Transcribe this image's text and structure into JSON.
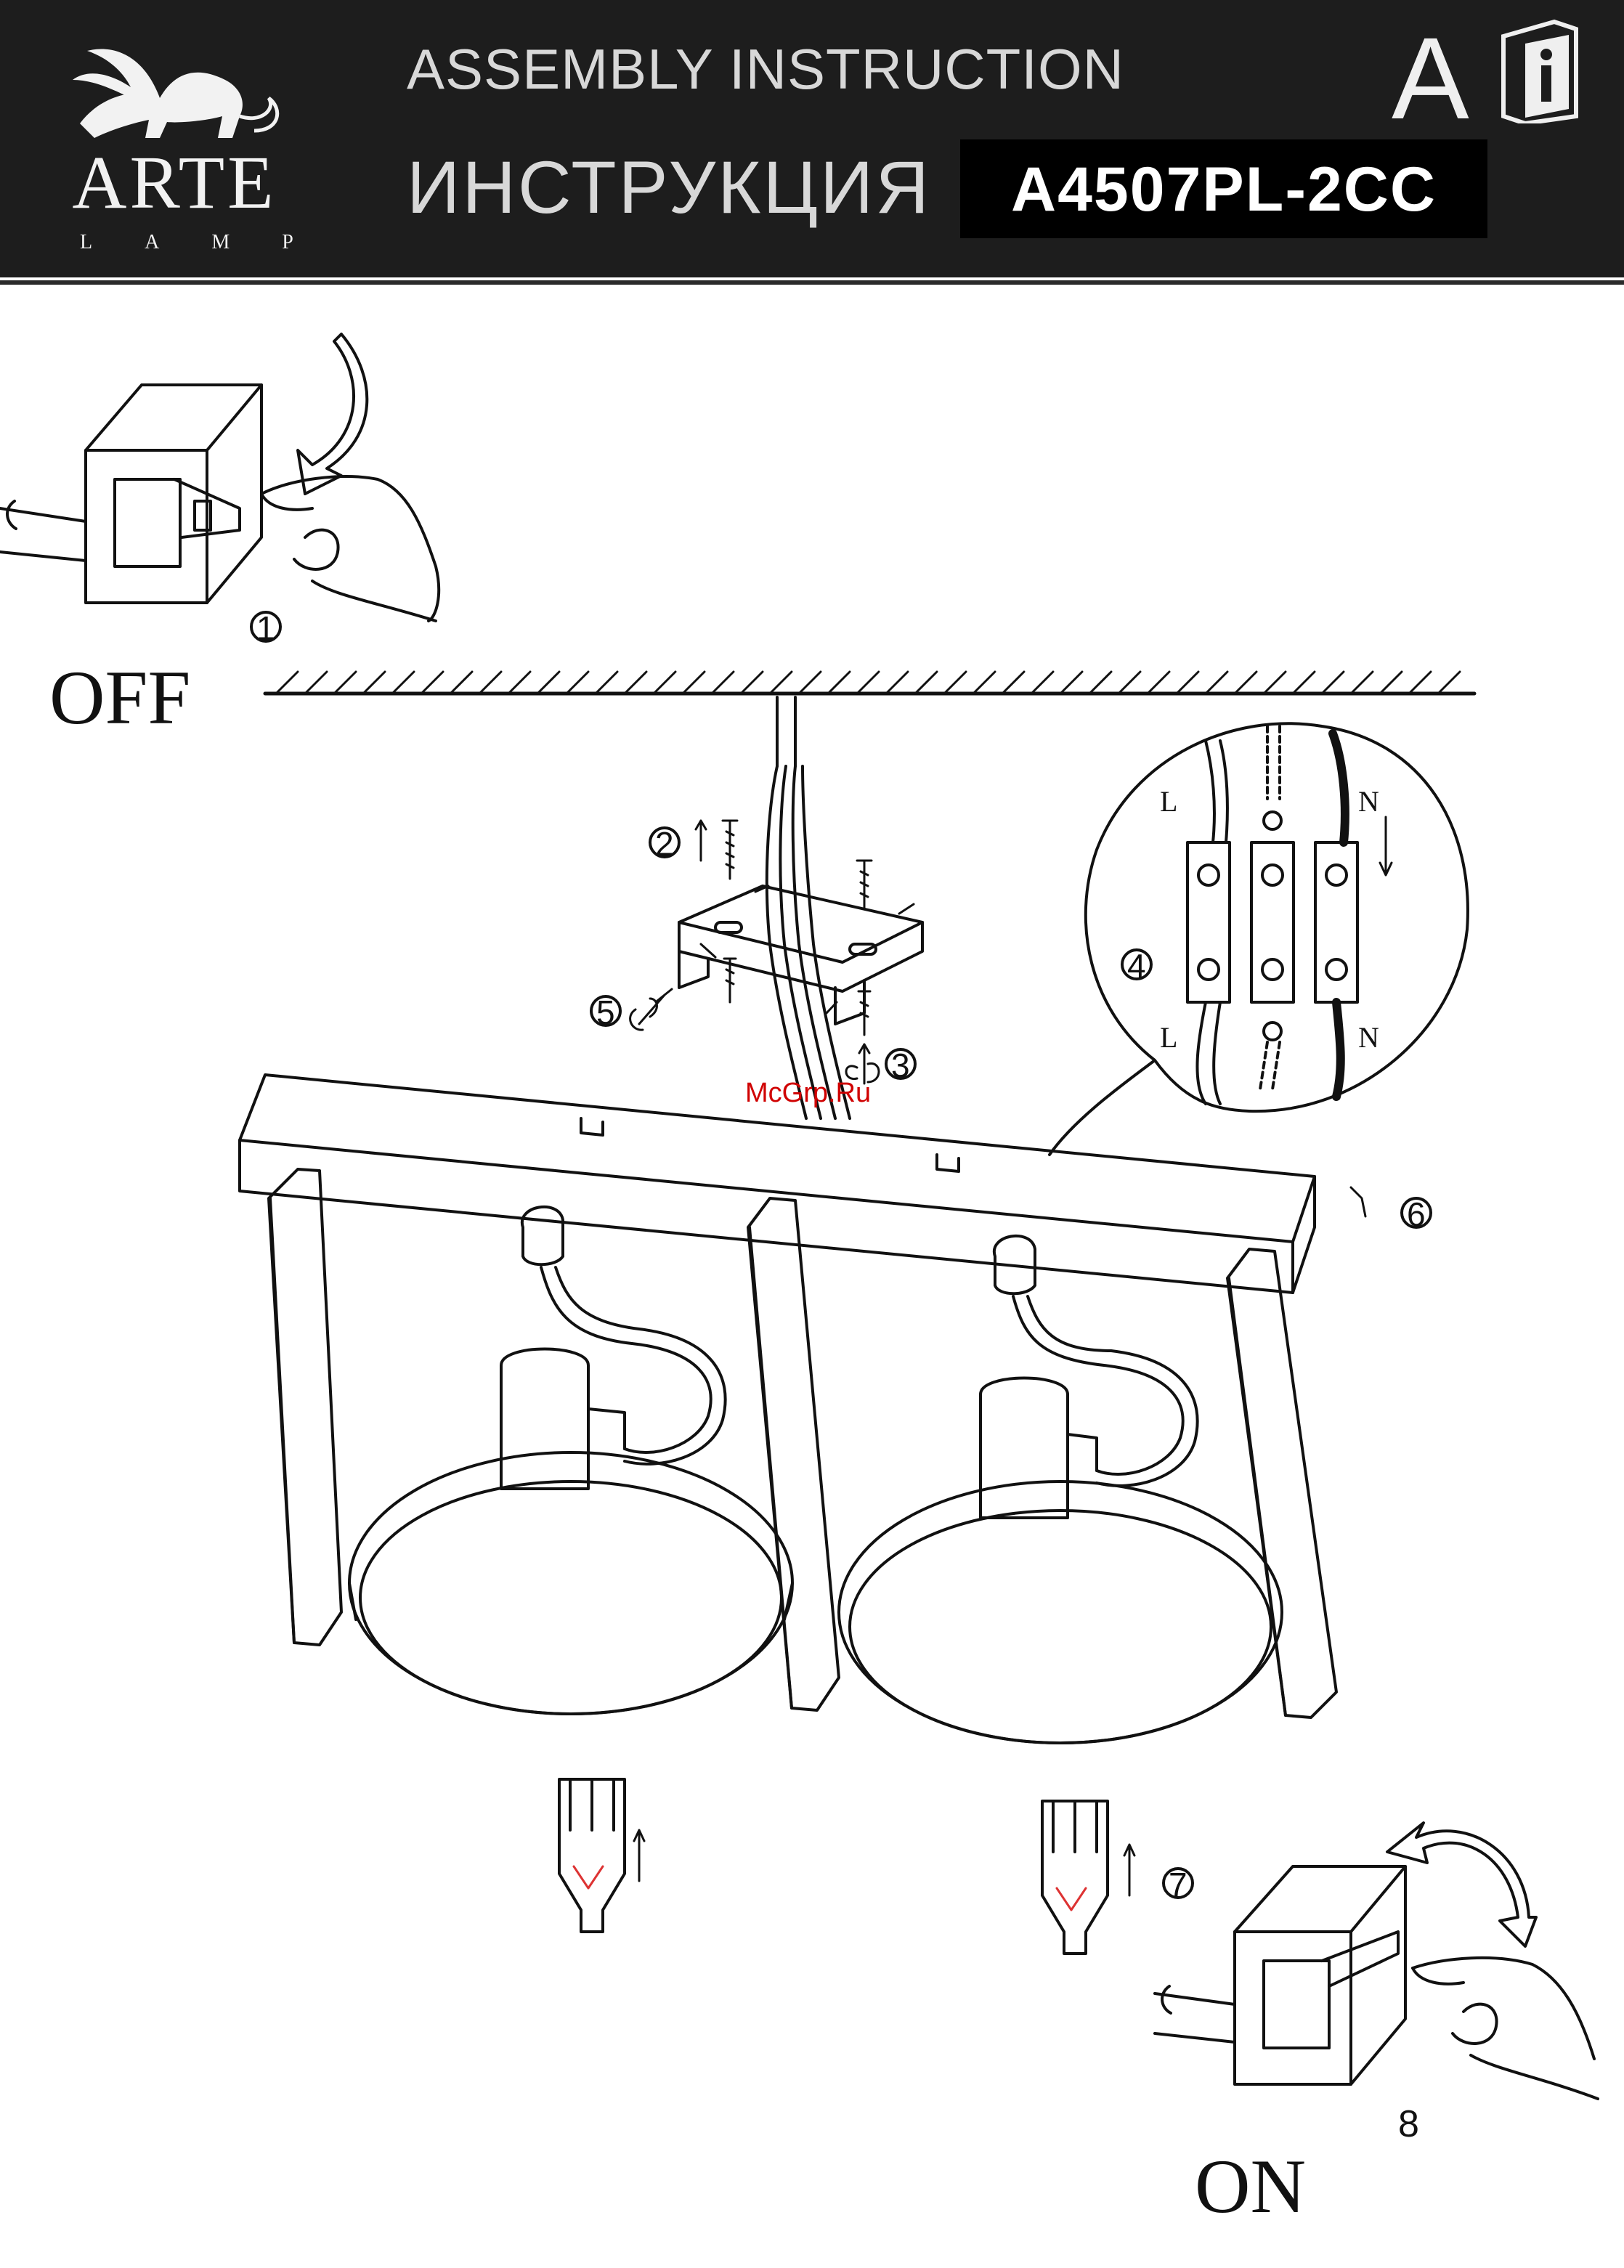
{
  "header": {
    "logo": {
      "wordmark": "ARTE",
      "sub": "LAMP"
    },
    "title_en": "ASSEMBLY INSTRUCTION",
    "title_ru": "ИНСТРУКЦИЯ",
    "model": "A4507PL-2CC",
    "language_letter": "A",
    "info_icon": "manual-info-icon"
  },
  "labels": {
    "off": "OFF",
    "on": "ON"
  },
  "steps": [
    "1",
    "2",
    "3",
    "4",
    "5",
    "6",
    "7",
    "8"
  ],
  "wiring": {
    "live": "L",
    "neutral": "N"
  },
  "watermark": "McGrp.Ru",
  "colors": {
    "header_bg": "#1d1d1d",
    "model_box": "#000000",
    "watermark": "#d00000"
  }
}
